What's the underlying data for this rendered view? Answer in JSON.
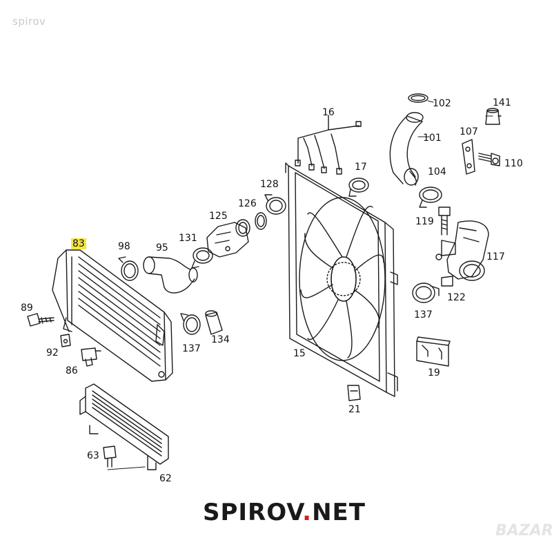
{
  "watermark_top": "spirov",
  "brand": {
    "left": "SPIROV",
    "sep": ".",
    "right": "NET"
  },
  "watermark_bottom_right": "BAZAR",
  "callouts": [
    {
      "id": "c102",
      "text": "102"
    },
    {
      "id": "c141",
      "text": "141"
    },
    {
      "id": "c16",
      "text": "16"
    },
    {
      "id": "c107",
      "text": "107"
    },
    {
      "id": "c101",
      "text": "101"
    },
    {
      "id": "c110",
      "text": "110"
    },
    {
      "id": "c17",
      "text": "17"
    },
    {
      "id": "c104",
      "text": "104"
    },
    {
      "id": "c128",
      "text": "128"
    },
    {
      "id": "c126",
      "text": "126"
    },
    {
      "id": "c125",
      "text": "125"
    },
    {
      "id": "c119",
      "text": "119"
    },
    {
      "id": "c83",
      "text": "83",
      "highlight": true
    },
    {
      "id": "c98",
      "text": "98"
    },
    {
      "id": "c95",
      "text": "95"
    },
    {
      "id": "c131",
      "text": "131"
    },
    {
      "id": "c117",
      "text": "117"
    },
    {
      "id": "c122",
      "text": "122"
    },
    {
      "id": "c89",
      "text": "89"
    },
    {
      "id": "c137a",
      "text": "137"
    },
    {
      "id": "c137b",
      "text": "137"
    },
    {
      "id": "c134",
      "text": "134"
    },
    {
      "id": "c92",
      "text": "92"
    },
    {
      "id": "c15",
      "text": "15"
    },
    {
      "id": "c86",
      "text": "86"
    },
    {
      "id": "c19",
      "text": "19"
    },
    {
      "id": "c21",
      "text": "21"
    },
    {
      "id": "c63",
      "text": "63"
    },
    {
      "id": "c62",
      "text": "62"
    }
  ]
}
